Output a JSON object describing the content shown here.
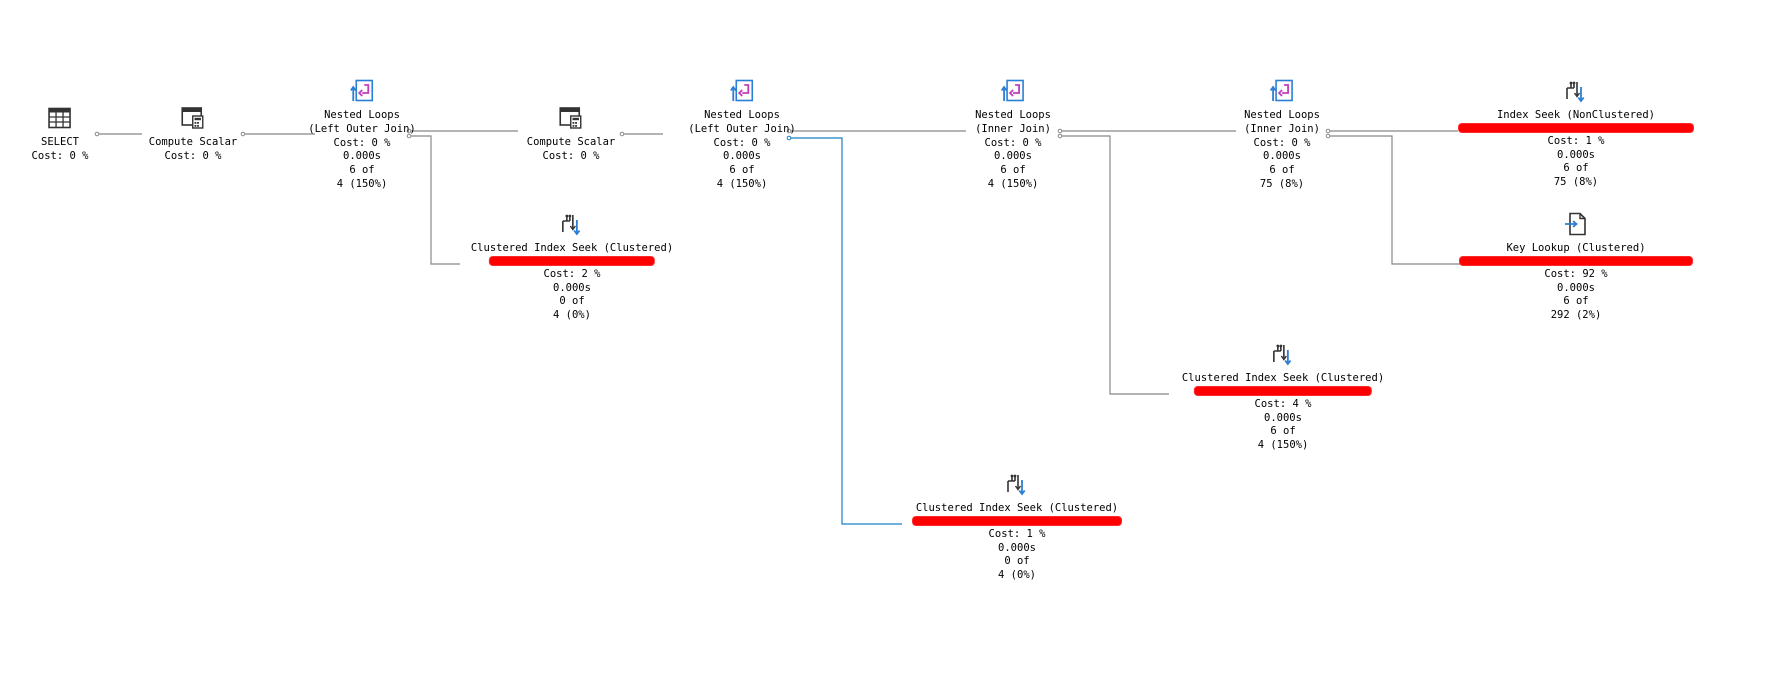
{
  "colors": {
    "edge": "#888888",
    "edge_highlight": "#1a7fc4",
    "redaction": "#ff0000",
    "join_icon": "#c23bbf",
    "join_frame": "#2a7fd4"
  },
  "nodes": {
    "select": {
      "icon": "select-grid-icon",
      "lines": [
        "SELECT",
        "Cost: 0 %"
      ]
    },
    "cs1": {
      "icon": "compute-scalar-icon",
      "lines": [
        "Compute Scalar",
        "Cost: 0 %"
      ]
    },
    "nl1": {
      "icon": "nested-loops-icon",
      "lines": [
        "Nested Loops",
        "(Left Outer Join)",
        "Cost: 0 %",
        "0.000s",
        "6 of",
        "4 (150%)"
      ]
    },
    "cs2": {
      "icon": "compute-scalar-icon",
      "lines": [
        "Compute Scalar",
        "Cost: 0 %"
      ]
    },
    "nl2": {
      "icon": "nested-loops-icon",
      "lines": [
        "Nested Loops",
        "(Left Outer Join)",
        "Cost: 0 %",
        "0.000s",
        "6 of",
        "4 (150%)"
      ]
    },
    "nl3": {
      "icon": "nested-loops-icon",
      "lines": [
        "Nested Loops",
        "(Inner Join)",
        "Cost: 0 %",
        "0.000s",
        "6 of",
        "4 (150%)"
      ]
    },
    "nl4": {
      "icon": "nested-loops-icon",
      "lines": [
        "Nested Loops",
        "(Inner Join)",
        "Cost: 0 %",
        "0.000s",
        "6 of",
        "75 (8%)"
      ]
    },
    "is1": {
      "icon": "index-seek-icon",
      "title": "Index Seek (NonClustered)",
      "lines": [
        "Cost: 1 %",
        "0.000s",
        "6 of",
        "75 (8%)"
      ]
    },
    "kl1": {
      "icon": "key-lookup-icon",
      "title": "Key Lookup (Clustered)",
      "lines": [
        "Cost: 92 %",
        "0.000s",
        "6 of",
        "292 (2%)"
      ]
    },
    "cis1": {
      "icon": "index-seek-icon",
      "title": "Clustered Index Seek (Clustered)",
      "lines": [
        "Cost: 2 %",
        "0.000s",
        "0 of",
        "4 (0%)"
      ]
    },
    "cis2": {
      "icon": "index-seek-icon",
      "title": "Clustered Index Seek (Clustered)",
      "lines": [
        "Cost: 4 %",
        "0.000s",
        "6 of",
        "4 (150%)"
      ]
    },
    "cis3": {
      "icon": "index-seek-icon",
      "title": "Clustered Index Seek (Clustered)",
      "lines": [
        "Cost: 1 %",
        "0.000s",
        "0 of",
        "4 (0%)"
      ]
    }
  }
}
